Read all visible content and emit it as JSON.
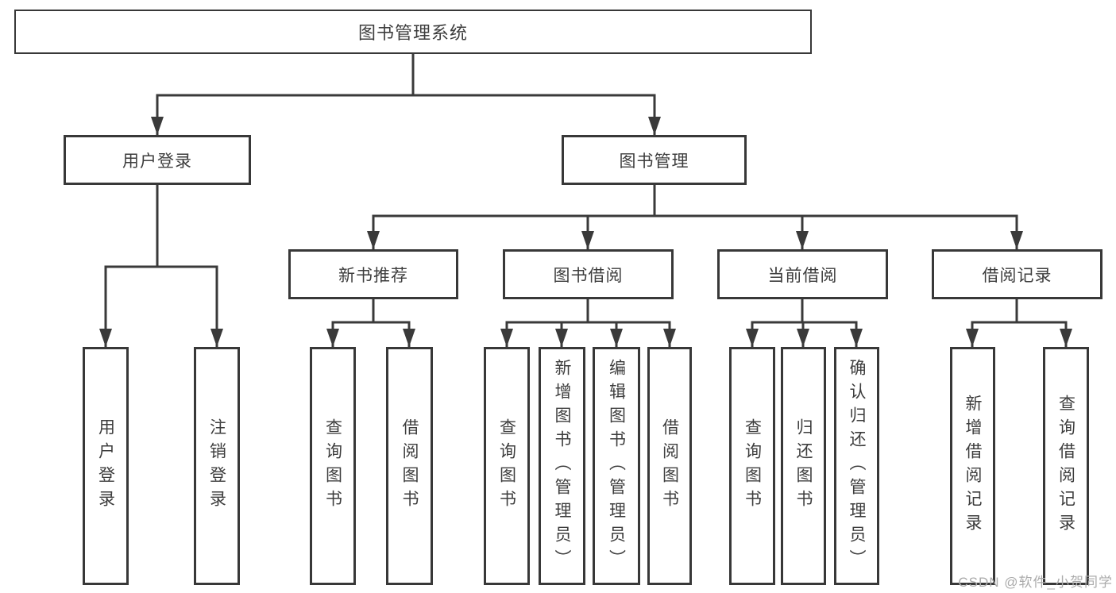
{
  "colors": {
    "line": "#3a3a3a",
    "box_border": "#383838",
    "text": "#3d3d3d",
    "background": "#ffffff",
    "watermark": "#ababab"
  },
  "watermark": {
    "text": "CSDN @软件_小贺同学"
  },
  "tree": {
    "root": {
      "label": "图书管理系统"
    },
    "branches": [
      {
        "label": "用户登录",
        "children": [
          {
            "label": "用户登录"
          },
          {
            "label": "注销登录"
          }
        ]
      },
      {
        "label": "图书管理",
        "children": [
          {
            "label": "新书推荐",
            "children": [
              {
                "label": "查询图书"
              },
              {
                "label": "借阅图书"
              }
            ]
          },
          {
            "label": "图书借阅",
            "children": [
              {
                "label": "查询图书"
              },
              {
                "label": "新增图书（管理员）"
              },
              {
                "label": "编辑图书（管理员）"
              },
              {
                "label": "借阅图书"
              }
            ]
          },
          {
            "label": "当前借阅",
            "children": [
              {
                "label": "查询图书"
              },
              {
                "label": "归还图书"
              },
              {
                "label": "确认归还（管理员）"
              }
            ]
          },
          {
            "label": "借阅记录",
            "children": [
              {
                "label": "新增借阅记录"
              },
              {
                "label": "查询借阅记录"
              }
            ]
          }
        ]
      }
    ]
  }
}
